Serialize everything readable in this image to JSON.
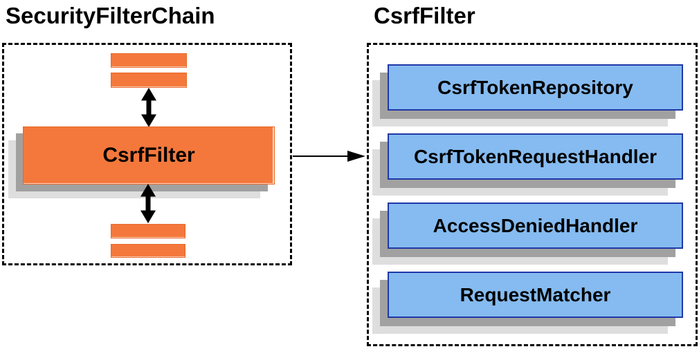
{
  "left_panel": {
    "title": "SecurityFilterChain",
    "filter_label": "CsrfFilter"
  },
  "right_panel": {
    "title": "CsrfFilter",
    "components": [
      "CsrfTokenRepository",
      "CsrfTokenRequestHandler",
      "AccessDeniedHandler",
      "RequestMatcher"
    ]
  },
  "icons": {
    "vertical_connector": "bidirectional-arrow-icon",
    "panel_connector": "arrow-right-icon"
  },
  "colors": {
    "orange_fill": "#F4783B",
    "blue_fill": "#85BBF0",
    "blue_border": "#1F38A8",
    "shadow_dark": "#A1A1A1",
    "shadow_light": "#DEDEDE",
    "arrow_black": "#000000"
  }
}
